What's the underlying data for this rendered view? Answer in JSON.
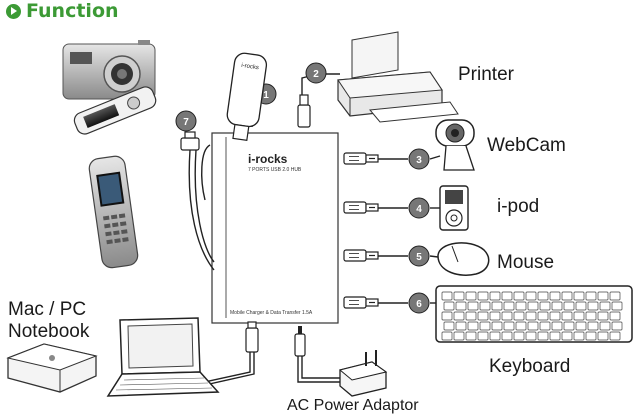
{
  "title": "Function",
  "hub": {
    "brand": "i-rocks",
    "model": "7 PORTS USB 2.0 HUB",
    "footer": "Mobile Charger & Data Transfer 1.5A"
  },
  "usb_stick_brand": "i-rocks",
  "port_numbers": [
    "1",
    "2",
    "3",
    "4",
    "5",
    "6",
    "7"
  ],
  "devices": {
    "printer": "Printer",
    "webcam": "WebCam",
    "ipod": "i-pod",
    "mouse": "Mouse",
    "keyboard": "Keyboard",
    "computer": "Mac / PC\nNotebook",
    "power": "AC Power Adaptor"
  },
  "icons": [
    "play-bullet-icon",
    "camera-icon",
    "usb-stick-icon",
    "mobile-phone-icon",
    "printer-icon",
    "webcam-icon",
    "ipod-icon",
    "mouse-icon",
    "keyboard-icon",
    "mac-mini-icon",
    "laptop-icon",
    "power-adaptor-icon",
    "usb-plug-icon"
  ]
}
